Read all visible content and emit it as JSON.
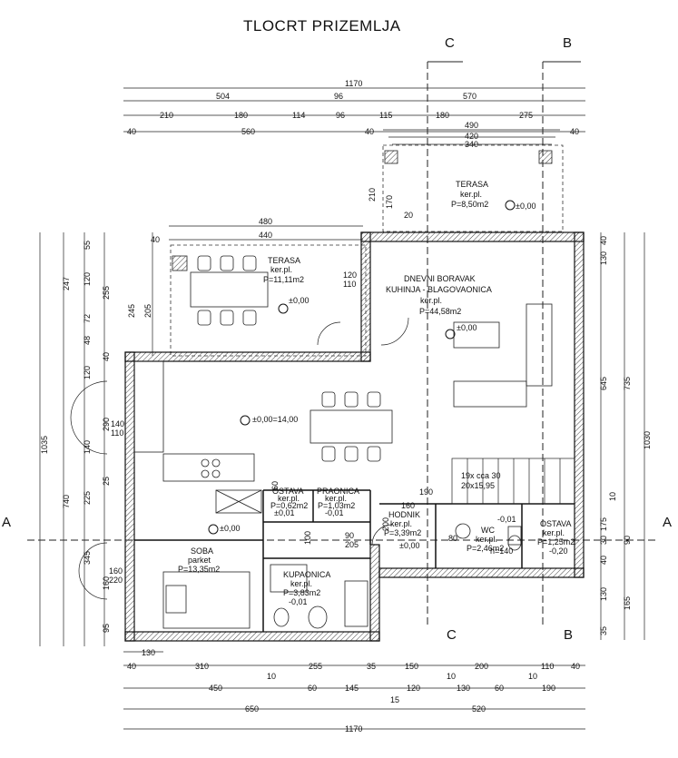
{
  "title": "TLOCRT PRIZEMLJA",
  "section_markers": {
    "top_left": "C",
    "top_right": "B",
    "bottom_left": "C",
    "bottom_right": "B",
    "left": "A",
    "right": "A"
  },
  "dims_top": {
    "row1": [
      "1170"
    ],
    "row2": [
      "504",
      "96",
      "570"
    ],
    "row3": [
      "210",
      "180",
      "114",
      "96",
      "115",
      "180",
      "275"
    ],
    "row4": [
      "40",
      "560",
      "40",
      "40"
    ],
    "terrace_top": [
      "490",
      "420",
      "340"
    ],
    "t2": [
      "480",
      "440",
      "40"
    ]
  },
  "dims_bottom": {
    "row1": [
      "130"
    ],
    "row2": [
      "40",
      "310",
      "255",
      "35",
      "150",
      "200",
      "110",
      "40"
    ],
    "row2_small": [
      "10",
      "10",
      "10"
    ],
    "row3": [
      "450",
      "60",
      "145",
      "120",
      "130",
      "60",
      "190"
    ],
    "row3_small": [
      "15"
    ],
    "row4": [
      "650",
      "520"
    ],
    "row5": [
      "1170"
    ]
  },
  "dims_left": {
    "outer": [
      "1035"
    ],
    "mid": [
      "247",
      "740"
    ],
    "inner": [
      "55",
      "120",
      "72",
      "48",
      "120",
      "40",
      "290",
      "140",
      "225",
      "25",
      "345",
      "160",
      "95"
    ],
    "inner2": [
      "255",
      "245",
      "205"
    ],
    "window": [
      "140",
      "110",
      "160",
      "220"
    ]
  },
  "dims_right": {
    "outer": [
      "1030"
    ],
    "mid": [
      "735"
    ],
    "inner": [
      "645",
      "40",
      "130",
      "10",
      "175",
      "30",
      "90",
      "40",
      "130",
      "165",
      "35"
    ]
  },
  "rooms": {
    "terasa1": {
      "name": "TERASA",
      "floor": "ker.pl.",
      "area": "P=11,11m2",
      "level": "±0,00"
    },
    "terasa2": {
      "name": "TERASA",
      "floor": "ker.pl.",
      "area": "P=8,50m2",
      "level": "±0,00"
    },
    "dnevni": {
      "name1": "DNEVNI BORAVAK",
      "name2": "KUHINJA - BLAGOVAONICA",
      "floor": "ker.pl.",
      "area": "P=44,58m2",
      "level": "±0,00"
    },
    "hall": {
      "level": "±0,00=14,00"
    },
    "soba": {
      "name": "SOBA",
      "floor": "parket",
      "area": "P=13,35m2",
      "level": "±0,00"
    },
    "kupaonica": {
      "name": "KUPAONICA",
      "floor": "ker.pl.",
      "area": "P=3,83m2",
      "level": "-0,01"
    },
    "ostava1": {
      "name": "OSTAVA",
      "floor": "ker.pl.",
      "area": "P=0,62m2",
      "level": "±0,01"
    },
    "praonica": {
      "name": "PRAONICA",
      "floor": "ker.pl.",
      "area": "P=1,03m2",
      "level": "-0,01"
    },
    "hodnik": {
      "name": "HODNIK",
      "floor": "ker.pl.",
      "area": "P=3,39m2",
      "level": "±0,00"
    },
    "wc": {
      "name": "WC",
      "floor": "ker.pl.",
      "area": "P=2,46m2",
      "level": "-0,01"
    },
    "ostava2": {
      "name": "OSTAVA",
      "floor": "ker.pl.",
      "area": "P=1,25m2",
      "level": "-0,20"
    }
  },
  "stair": {
    "l1": "19x cca 30",
    "l2": "20x15,95"
  },
  "misc": {
    "d190": "190",
    "d160": "160",
    "d90": "90",
    "d205": "205",
    "d200": "200",
    "d80": "80",
    "d100": "100",
    "d60": "60",
    "h140": "h=140",
    "w120": "120",
    "w110": "110",
    "d210": "210",
    "d170": "170",
    "d20": "20"
  }
}
